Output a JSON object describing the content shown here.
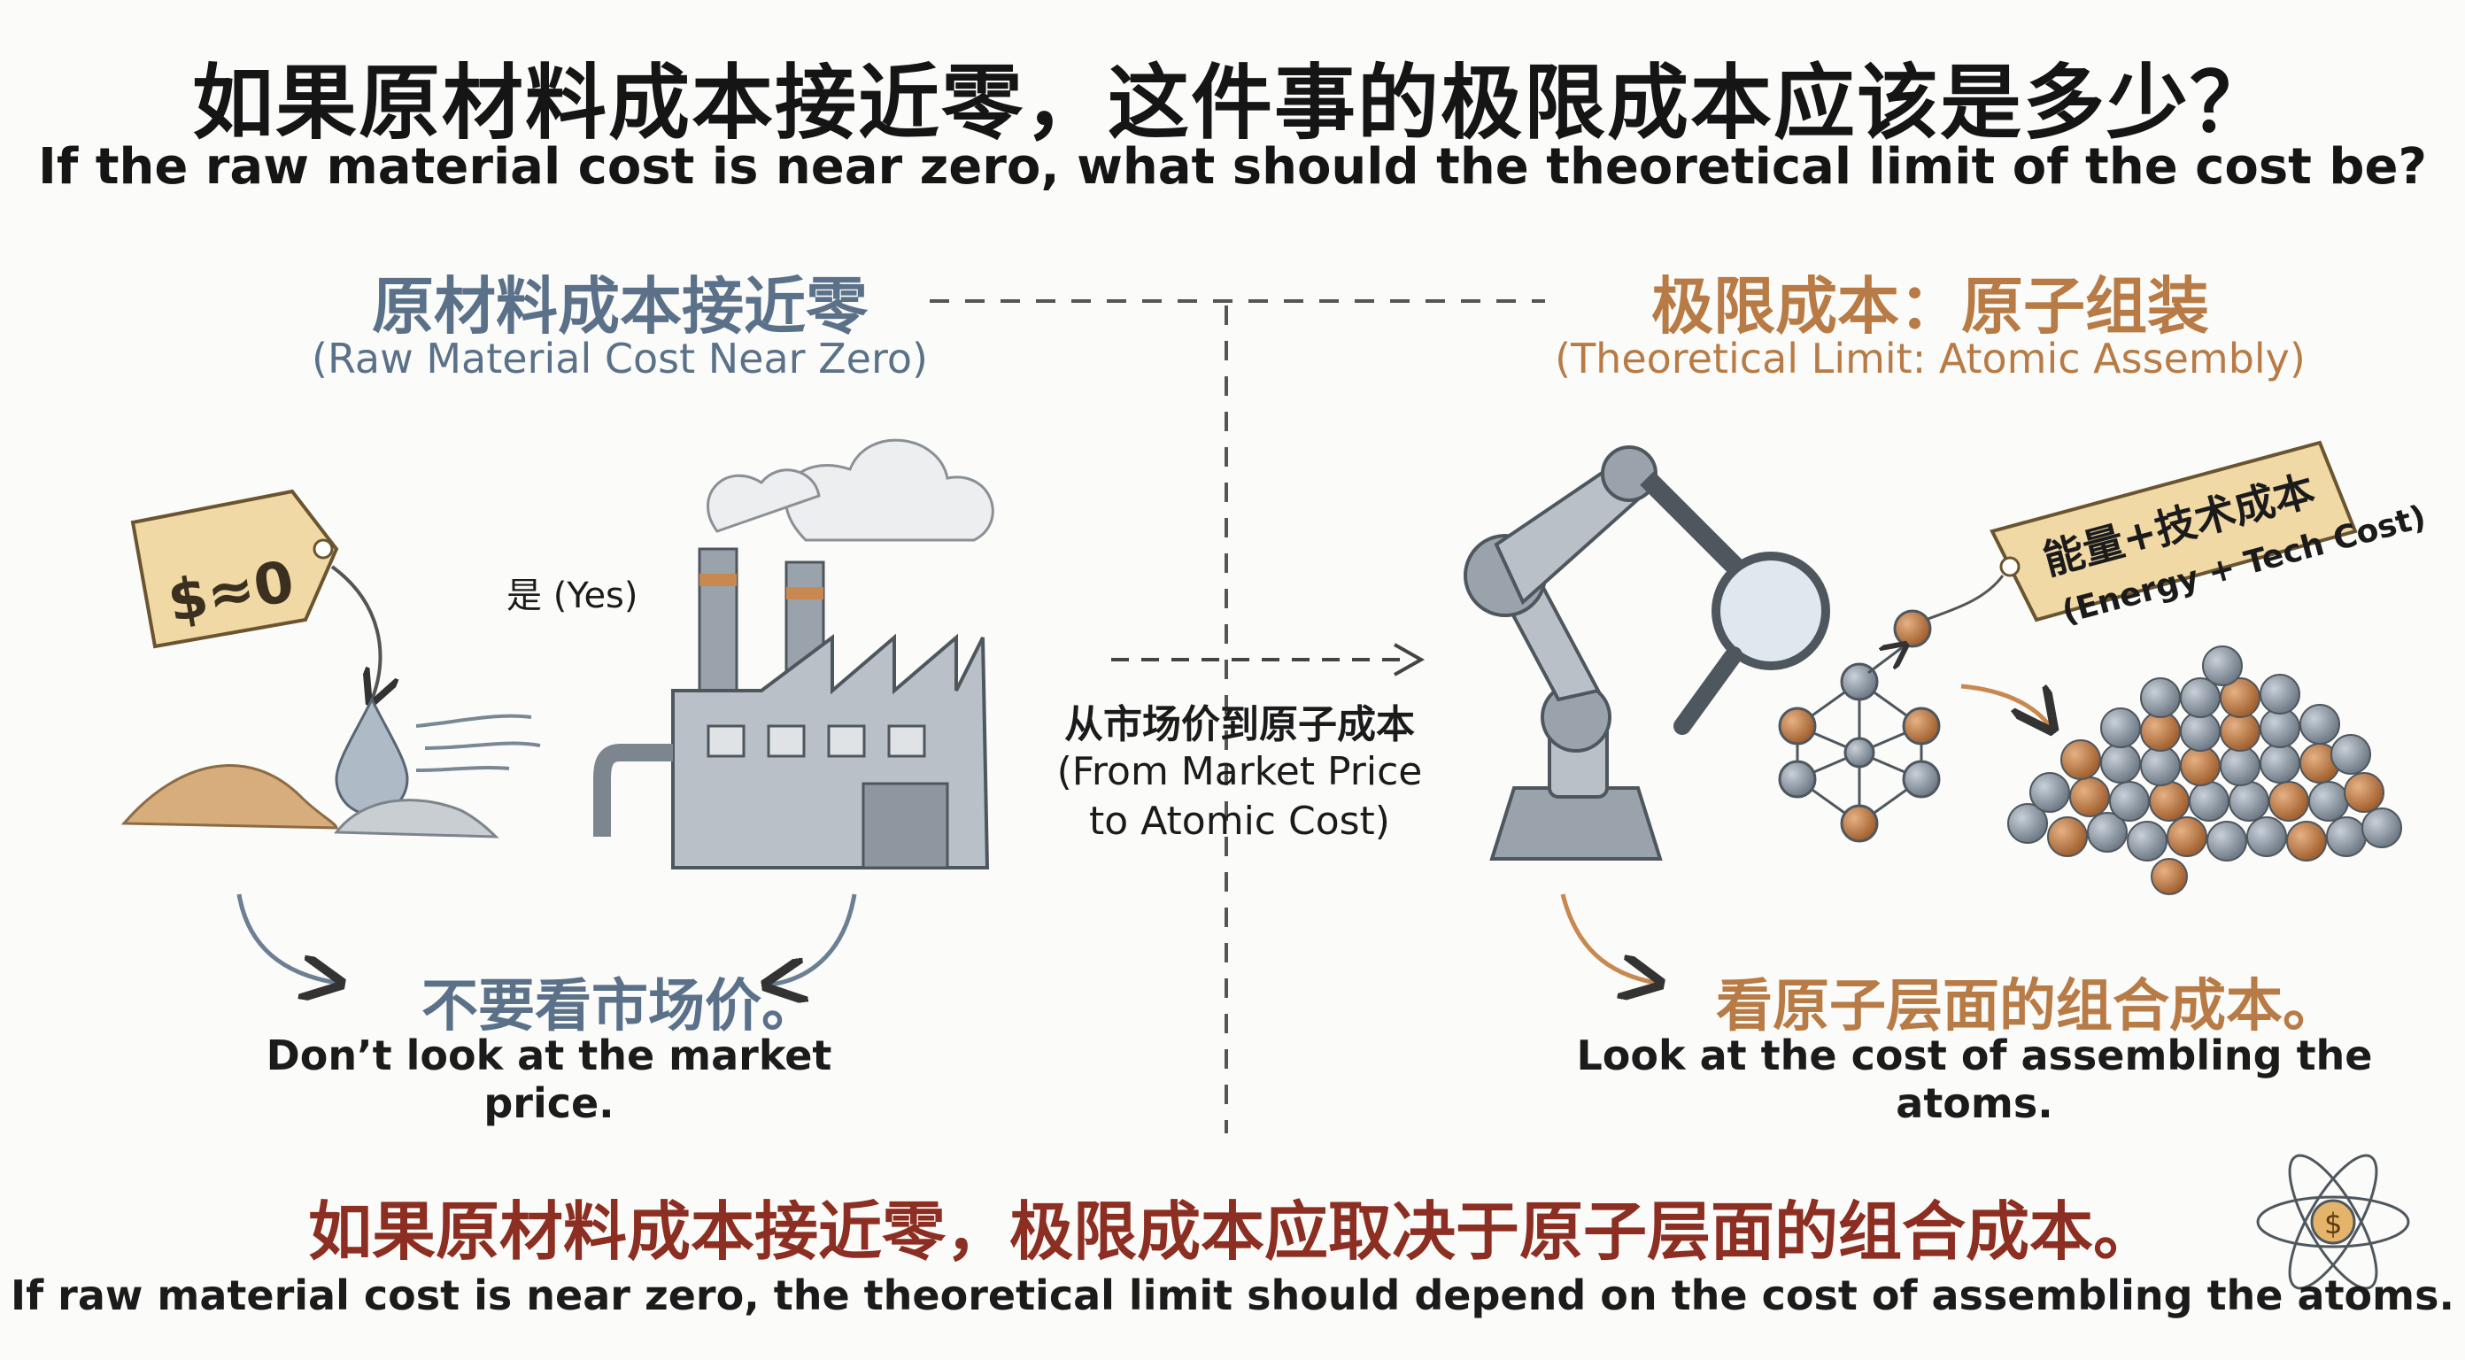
{
  "title": {
    "zh": "如果原材料成本接近零，这件事的极限成本应该是多少？",
    "en": "If the raw material cost is near zero, what should the theoretical limit of the cost be?"
  },
  "left": {
    "heading_zh": "原材料成本接近零",
    "heading_en": "(Raw Material Cost Near Zero)",
    "price_tag": "$≈0",
    "yes_label": "是 (Yes)",
    "caption_zh": "不要看市场价。",
    "caption_en": "Don’t look at the market price."
  },
  "middle": {
    "label_zh": "从市场价到原子成本",
    "label_en_line1": "(From Market Price",
    "label_en_line2": "to Atomic Cost)"
  },
  "right": {
    "heading_zh": "极限成本：原子组装",
    "heading_en": "(Theoretical Limit: Atomic Assembly)",
    "tag_zh": "能量+技术成本",
    "tag_en": "(Energy + Tech Cost)",
    "caption_zh": "看原子层面的组合成本。",
    "caption_en": "Look at the cost of assembling the atoms."
  },
  "conclusion": {
    "zh": "如果原材料成本接近零，极限成本应取决于原子层面的组合成本。",
    "en": "If raw material cost is near zero, the theoretical limit should depend on the cost of assembling the atoms."
  },
  "colors": {
    "blue": "#5a7189",
    "orange": "#b87b45",
    "red": "#8c2e22",
    "tag": "#f1d9a6"
  },
  "icons": [
    "price-tag-icon",
    "sand-pile-icon",
    "water-drop-icon",
    "wind-icon",
    "factory-icon",
    "robot-arm-icon",
    "magnifier-icon",
    "molecule-icon",
    "atom-pile-icon",
    "atom-dollar-icon"
  ]
}
